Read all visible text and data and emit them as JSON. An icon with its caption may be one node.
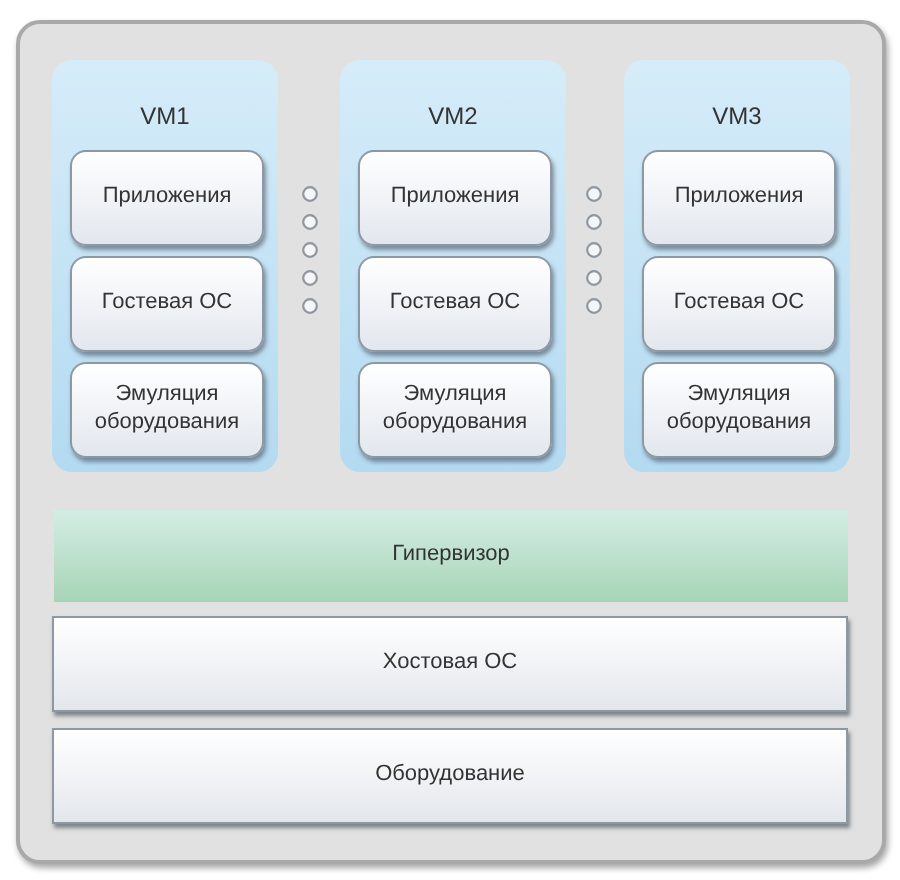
{
  "diagram": {
    "nodes": [
      {
        "text": [
          "VM1"
        ]
      },
      {
        "text": [
          "Приложения"
        ],
        "in": 0
      },
      {
        "text": [
          "Гостевая ОС"
        ],
        "in": 0
      },
      {
        "text": [
          "Эмуляция оборудования"
        ],
        "in": 0
      },
      {
        "text": [
          "VM2"
        ]
      },
      {
        "text": [
          "Приложения"
        ],
        "in": 4
      },
      {
        "text": [
          "Гостевая ОС"
        ],
        "in": 4
      },
      {
        "text": [
          "Эмуляция оборудования"
        ],
        "in": 4
      },
      {
        "text": [
          "VM3"
        ]
      },
      {
        "text": [
          "Приложения"
        ],
        "in": 8
      },
      {
        "text": [
          "Гостевая ОС"
        ],
        "in": 8
      },
      {
        "text": [
          "Эмуляция оборудования"
        ],
        "in": 8
      },
      {
        "text": [
          "Гипервизор"
        ]
      },
      {
        "text": [
          "Хостовая ОС"
        ]
      },
      {
        "text": [
          "Оборудование"
        ]
      }
    ]
  }
}
